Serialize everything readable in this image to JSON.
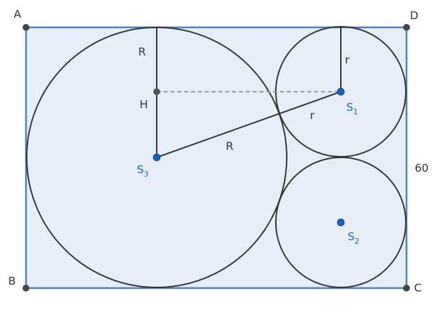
{
  "points": {
    "A": "A",
    "B": "B",
    "C": "C",
    "D": "D",
    "H": "H"
  },
  "centers": {
    "s1": {
      "letter": "S",
      "sub": "1"
    },
    "s2": {
      "letter": "S",
      "sub": "2"
    },
    "s3": {
      "letter": "S",
      "sub": "3"
    }
  },
  "segment_labels": {
    "R_vertical": "R",
    "r_vertical": "r",
    "r_slant": "r",
    "R_slant": "R",
    "side_length": "60"
  },
  "colors": {
    "rect_fill": "#e8eef8",
    "rect_stroke": "#4a7fc1",
    "circle_stroke": "#333333",
    "center_point": "#1565c0",
    "vertex_point": "#444444"
  }
}
